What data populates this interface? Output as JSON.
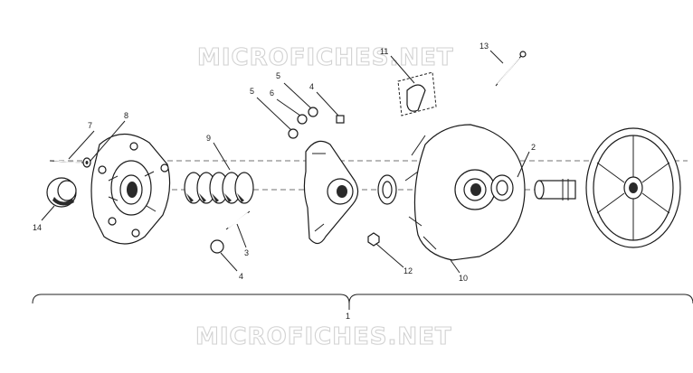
{
  "watermark": "MICROFICHES.NET",
  "callouts": {
    "c1": "1",
    "c2": "2",
    "c3": "3",
    "c4a": "4",
    "c4b": "4",
    "c5a": "5",
    "c5b": "5",
    "c6": "6",
    "c7": "7",
    "c8": "8",
    "c9": "9",
    "c10": "10",
    "c11": "11",
    "c12": "12",
    "c13": "13",
    "c14": "14"
  }
}
